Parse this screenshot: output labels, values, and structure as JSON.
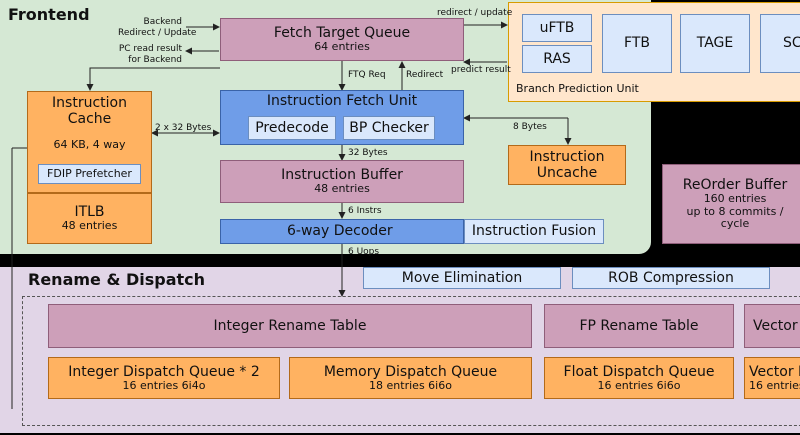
{
  "frontend": {
    "title": "Frontend"
  },
  "ftq": {
    "name": "Fetch Target Queue",
    "entries": "64 entries"
  },
  "bpu": {
    "label": "Branch Prediction Unit",
    "uftb": "uFTB",
    "ras": "RAS",
    "ftb": "FTB",
    "tage": "TAGE",
    "sc": "SC"
  },
  "icache": {
    "name_line1": "Instruction",
    "name_line2": "Cache",
    "size": "64 KB, 4 way",
    "prefetcher": "FDIP Prefetcher"
  },
  "itlb": {
    "name": "ITLB",
    "entries": "48 entries"
  },
  "ifu": {
    "name": "Instruction Fetch Unit",
    "predecode": "Predecode",
    "bp_checker": "BP Checker"
  },
  "ibuffer": {
    "name": "Instruction Buffer",
    "entries": "48 entries"
  },
  "decoder": {
    "name": "6-way Decoder",
    "fusion": "Instruction Fusion"
  },
  "uncache": {
    "name_line1": "Instruction",
    "name_line2": "Uncache"
  },
  "rob": {
    "name": "ReOrder Buffer",
    "entries": "160 entries",
    "commits": "up to 8 commits / cycle"
  },
  "rename": {
    "title": "Rename & Dispatch",
    "move_elim": "Move Elimination",
    "rob_comp": "ROB Compression",
    "int_rt": "Integer Rename Table",
    "fp_rt": "FP Rename Table",
    "vec_rt": "Vector",
    "int_dq": {
      "name": "Integer Dispatch Queue * 2",
      "entries": "16 entries  6i4o"
    },
    "mem_dq": {
      "name": "Memory Dispatch Queue",
      "entries": "18 entries  6i6o"
    },
    "fp_dq": {
      "name": "Float Dispatch Queue",
      "entries": "16 entries  6i6o"
    },
    "vec_dq": {
      "name": "Vector D",
      "entries": "16 entries"
    }
  },
  "labels": {
    "backend_redirect_line1": "Backend",
    "backend_redirect_line2": "Redirect / Update",
    "pc_read_line1": "PC read result",
    "pc_read_line2": "for Backend",
    "redirect_update": "redirect / update",
    "predict_result": "predict result",
    "ftq_req": "FTQ Req",
    "redirect": "Redirect",
    "icache_bw": "2 x 32 Bytes",
    "uncache_bw": "8 Bytes",
    "ifu_ibuf": "32 Bytes",
    "ibuf_dec": "6 Instrs",
    "dec_ren": "6 Uops"
  }
}
